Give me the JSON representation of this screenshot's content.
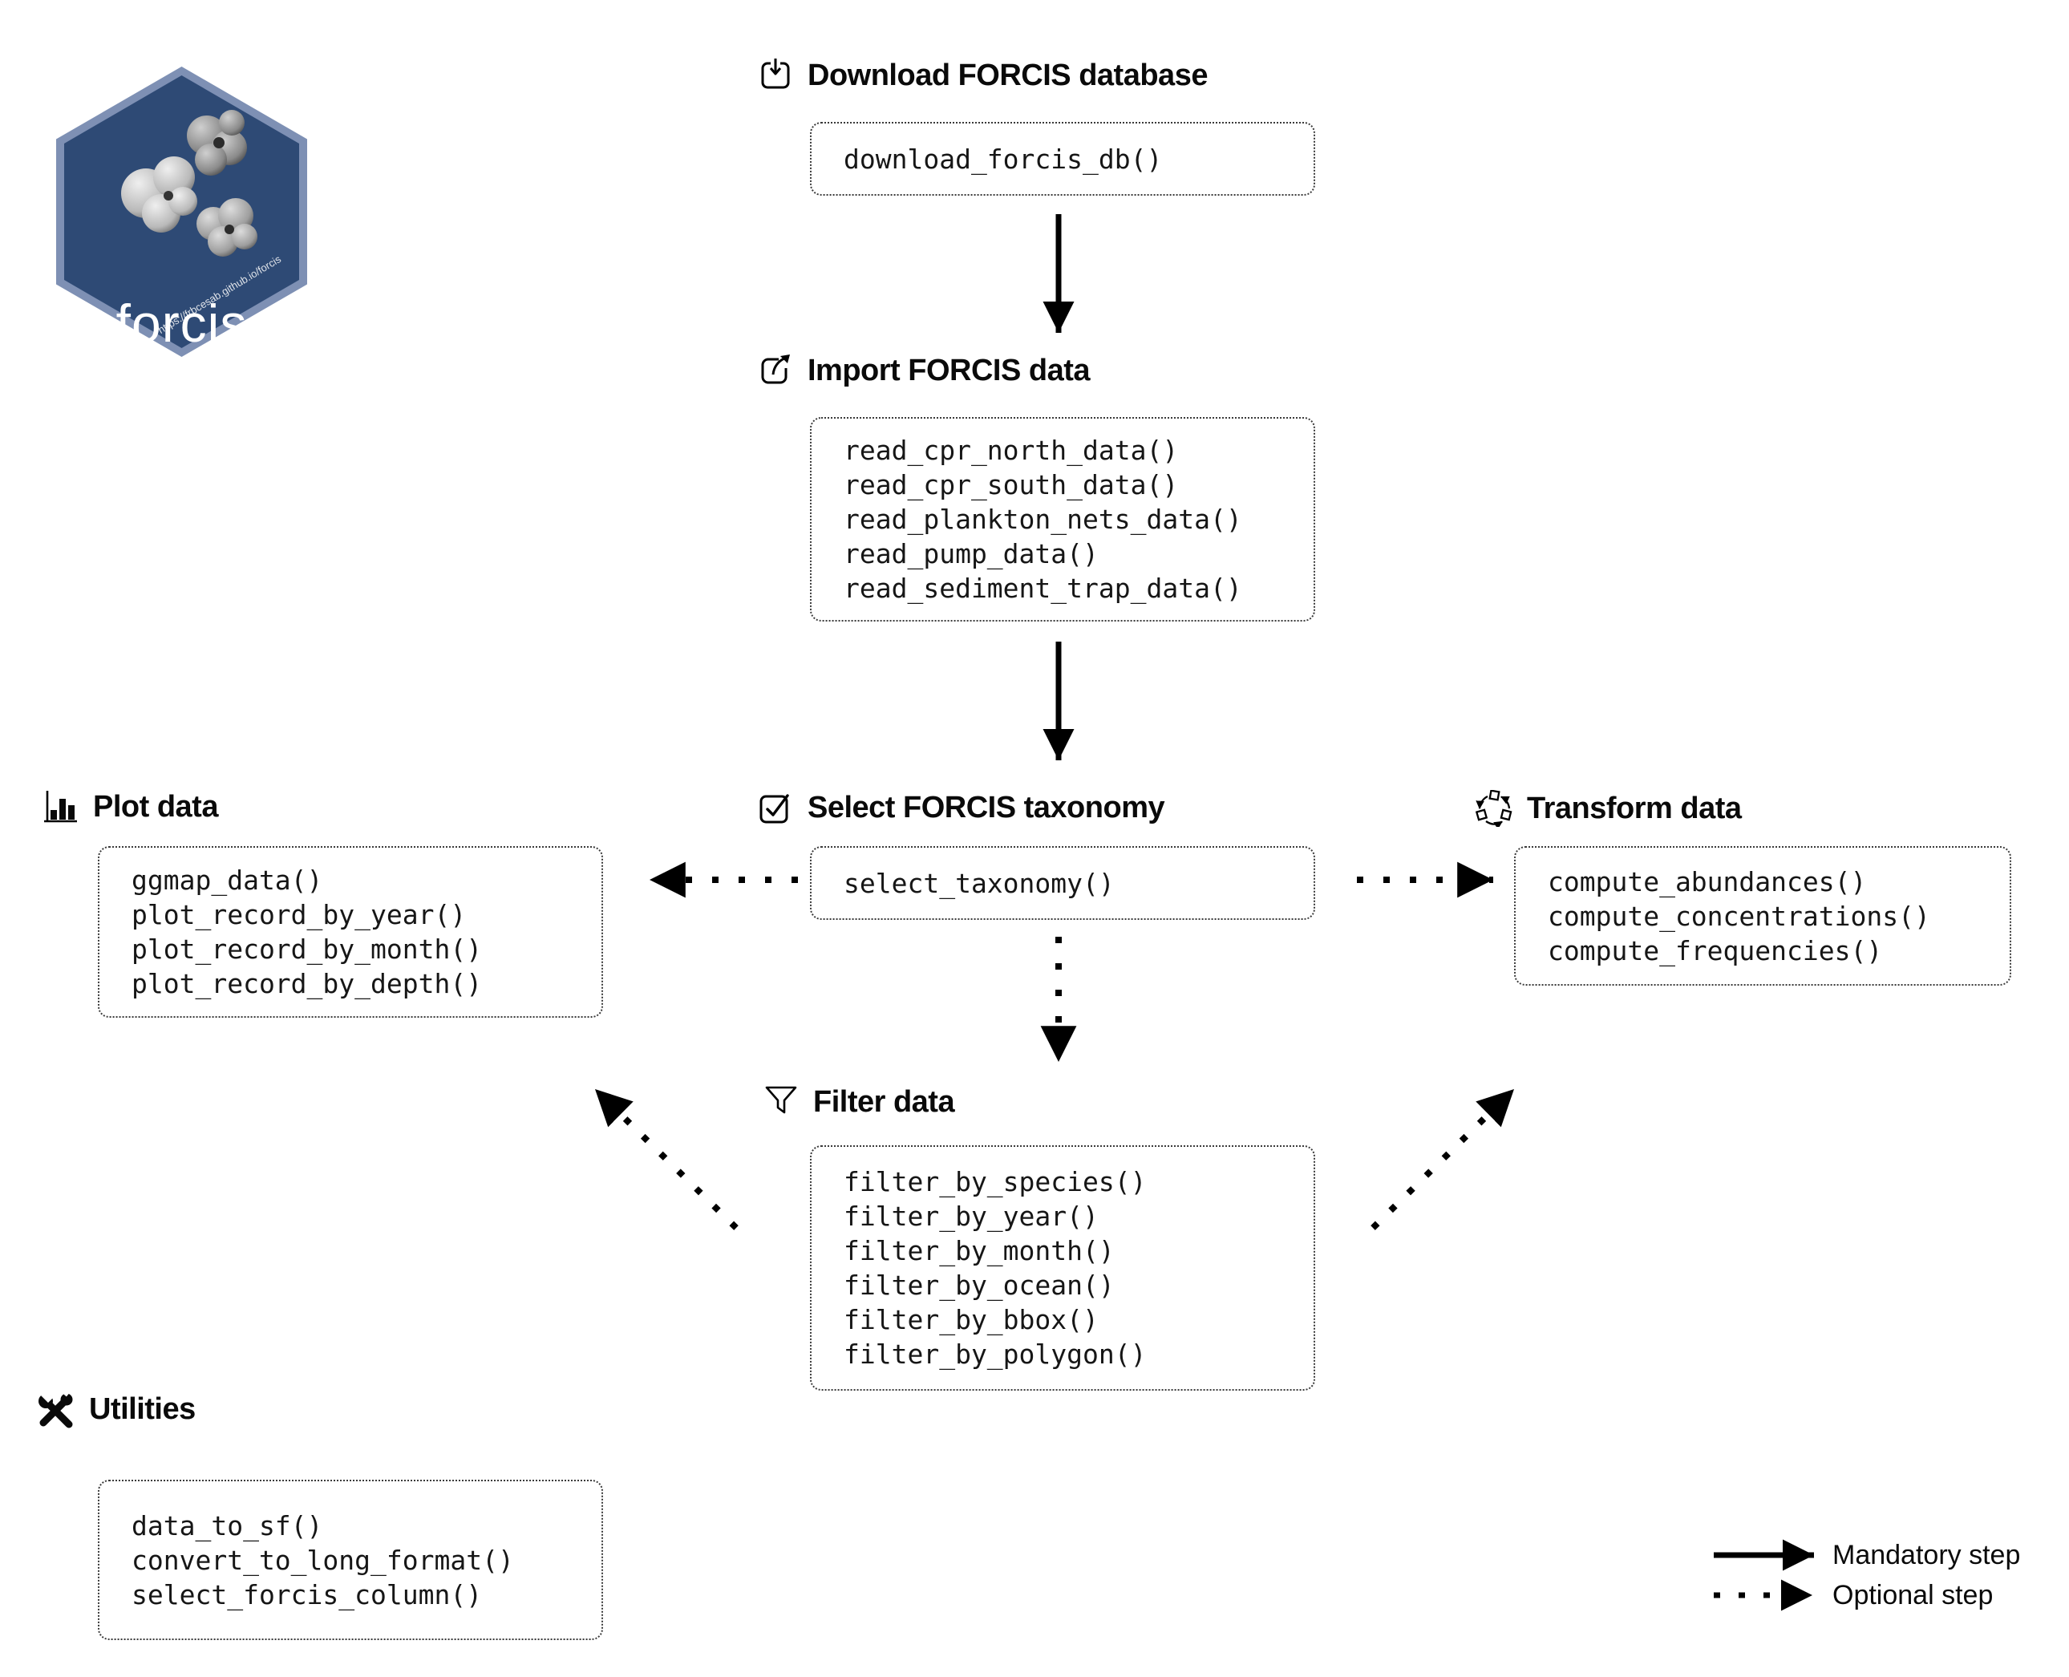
{
  "logo": {
    "label": "forcis",
    "url_text": "https://frbcesab.github.io/forcis"
  },
  "sections": {
    "download": {
      "title": "Download FORCIS database",
      "functions": [
        "download_forcis_db()"
      ]
    },
    "import": {
      "title": "Import FORCIS data",
      "functions": [
        "read_cpr_north_data()",
        "read_cpr_south_data()",
        "read_plankton_nets_data()",
        "read_pump_data()",
        "read_sediment_trap_data()"
      ]
    },
    "taxonomy": {
      "title": "Select FORCIS taxonomy",
      "functions": [
        "select_taxonomy()"
      ]
    },
    "plot": {
      "title": "Plot data",
      "functions": [
        "ggmap_data()",
        "plot_record_by_year()",
        "plot_record_by_month()",
        "plot_record_by_depth()"
      ]
    },
    "transform": {
      "title": "Transform data",
      "functions": [
        "compute_abundances()",
        "compute_concentrations()",
        "compute_frequencies()"
      ]
    },
    "filter": {
      "title": "Filter data",
      "functions": [
        "filter_by_species()",
        "filter_by_year()",
        "filter_by_month()",
        "filter_by_ocean()",
        "filter_by_bbox()",
        "filter_by_polygon()"
      ]
    },
    "utilities": {
      "title": "Utilities",
      "functions": [
        "data_to_sf()",
        "convert_to_long_format()",
        "select_forcis_column()"
      ]
    }
  },
  "legend": {
    "mandatory": "Mandatory step",
    "optional": "Optional step"
  },
  "colors": {
    "background": "#ffffff",
    "text": "#111111",
    "logo_fill": "#2e4a75",
    "logo_border": "#7e90b4"
  }
}
